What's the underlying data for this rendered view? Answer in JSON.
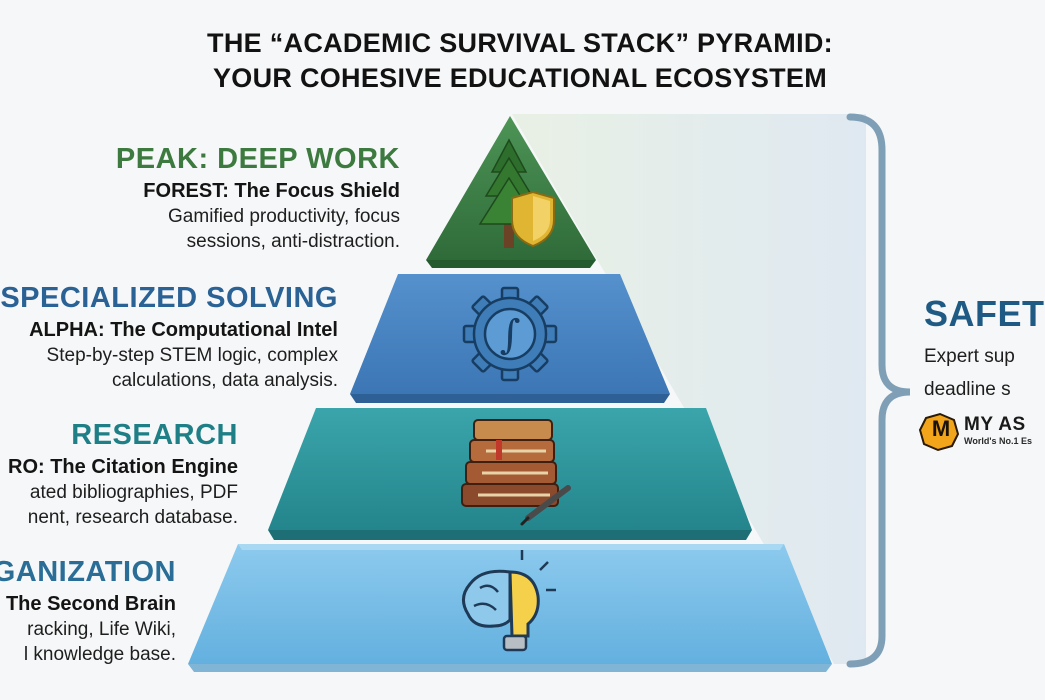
{
  "title": {
    "line1": "THE “ACADEMIC SURVIVAL STACK” PYRAMID:",
    "line2": "YOUR COHESIVE EDUCATIONAL ECOSYSTEM"
  },
  "layers": [
    {
      "heading": "PEAK: DEEP WORK",
      "tool": "FOREST: The Focus Shield",
      "desc_line1": "Gamified productivity, focus",
      "desc_line2": "sessions, anti-distraction.",
      "icon": "tree-shield-icon",
      "color": "#3a7b43",
      "heading_color": "#3d7a3f"
    },
    {
      "heading": "SPECIALIZED SOLVING",
      "tool": "ALPHA: The Computational Intel",
      "desc_line1": "Step-by-step STEM logic, complex",
      "desc_line2": "calculations, data analysis.",
      "icon": "gear-integral-icon",
      "color": "#4a86c4",
      "heading_color": "#2a6295"
    },
    {
      "heading": "RESEARCH",
      "tool": "RO: The Citation Engine",
      "desc_line1": "ated bibliographies, PDF",
      "desc_line2": "nent, research database.",
      "icon": "books-pen-icon",
      "color": "#2f9aa1",
      "heading_color": "#1f7f86"
    },
    {
      "heading": "GANIZATION",
      "tool": "The Second Brain",
      "desc_line1": "racking, Life Wiki,",
      "desc_line2": "l knowledge base.",
      "icon": "brain-lightbulb-icon",
      "color": "#7cc0e6",
      "heading_color": "#2a6e98"
    }
  ],
  "safety": {
    "heading": "SAFET",
    "desc_line1": "Expert sup",
    "desc_line2": "deadline s"
  },
  "brand": {
    "logo_letter": "M",
    "name": "MY AS",
    "tagline": "World's No.1 Es"
  },
  "colors": {
    "bracket": "#7f9fb6",
    "panel": "#dfe9f1"
  }
}
